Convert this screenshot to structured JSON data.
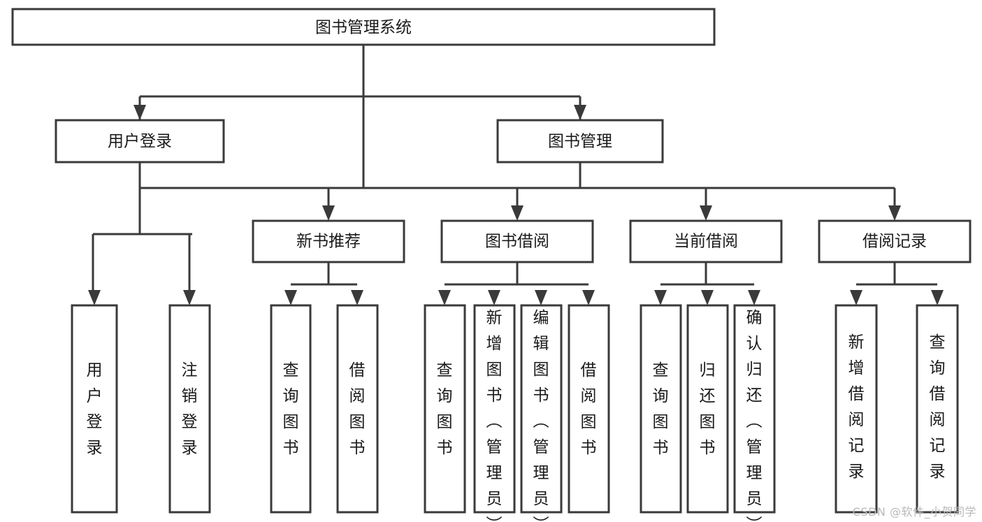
{
  "diagram": {
    "type": "tree-hierarchy-chart",
    "title_node": {
      "label": "图书管理系统"
    },
    "style": {
      "box_fill": "#ffffff",
      "box_stroke": "#3a3a3a",
      "connector_color": "#3a3a3a",
      "text_color": "#1a1a1a",
      "background": "#ffffff",
      "watermark_color": "#b9b9b9"
    },
    "level2": [
      {
        "id": "user-login",
        "label": "用户登录"
      },
      {
        "id": "book-management",
        "label": "图书管理"
      }
    ],
    "level3": [
      {
        "id": "new-book-recommend",
        "label": "新书推荐",
        "parent": "book-management"
      },
      {
        "id": "book-borrow",
        "label": "图书借阅",
        "parent": "book-management"
      },
      {
        "id": "current-borrow",
        "label": "当前借阅",
        "parent": "book-management"
      },
      {
        "id": "borrow-record",
        "label": "借阅记录",
        "parent": "book-management"
      }
    ],
    "leaves": [
      {
        "id": "leaf-user-login",
        "label": "用户登录",
        "parent": "user-login"
      },
      {
        "id": "leaf-user-logout",
        "label": "注销登录",
        "parent": "user-login"
      },
      {
        "id": "leaf-query-book-1",
        "label": "查询图书",
        "parent": "new-book-recommend"
      },
      {
        "id": "leaf-borrow-book-1",
        "label": "借阅图书",
        "parent": "new-book-recommend"
      },
      {
        "id": "leaf-query-book-2",
        "label": "查询图书",
        "parent": "book-borrow"
      },
      {
        "id": "leaf-add-book",
        "label": "新增图书（管理员）",
        "parent": "book-borrow"
      },
      {
        "id": "leaf-edit-book",
        "label": "编辑图书（管理员）",
        "parent": "book-borrow"
      },
      {
        "id": "leaf-borrow-book-2",
        "label": "借阅图书",
        "parent": "book-borrow"
      },
      {
        "id": "leaf-query-book-3",
        "label": "查询图书",
        "parent": "current-borrow"
      },
      {
        "id": "leaf-return-book",
        "label": "归还图书",
        "parent": "current-borrow"
      },
      {
        "id": "leaf-confirm-return",
        "label": "确认归还（管理员）",
        "parent": "current-borrow"
      },
      {
        "id": "leaf-add-record",
        "label": "新增借阅记录",
        "parent": "borrow-record"
      },
      {
        "id": "leaf-query-record",
        "label": "查询借阅记录",
        "parent": "borrow-record"
      }
    ]
  },
  "watermark": {
    "text": "CSDN @软件_小贺同学"
  }
}
